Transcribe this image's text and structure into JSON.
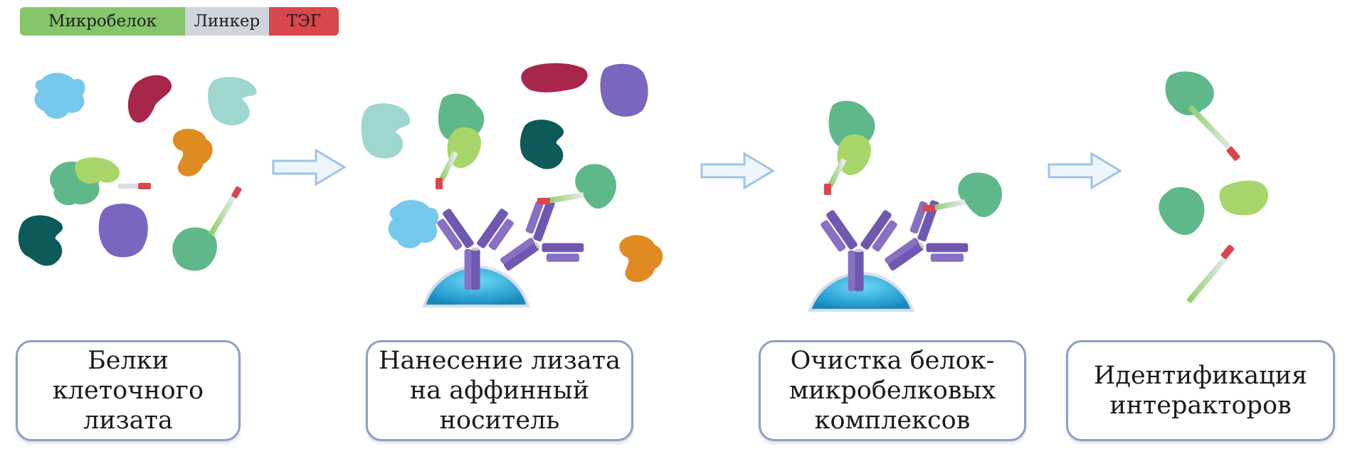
{
  "legend": {
    "microprotein": "Микробелок",
    "linker": "Линкер",
    "tag": "ТЭГ"
  },
  "colors": {
    "microprotein": "#86c66b",
    "linker": "#d0d4dc",
    "tag": "#d8474c",
    "antibody": "#7058b0",
    "bead": "#3bb8e2",
    "box_border": "#8f9fbe",
    "arrow": "#9ec4e6"
  },
  "stages": [
    {
      "label": "Белки\nклеточного\nлизата"
    },
    {
      "label": "Нанесение лизата\nна аффинный\nноситель"
    },
    {
      "label": "Очистка белок-\nмикробелковых\nкомплексов"
    },
    {
      "label": "Идентификация\nинтеракторов"
    }
  ]
}
